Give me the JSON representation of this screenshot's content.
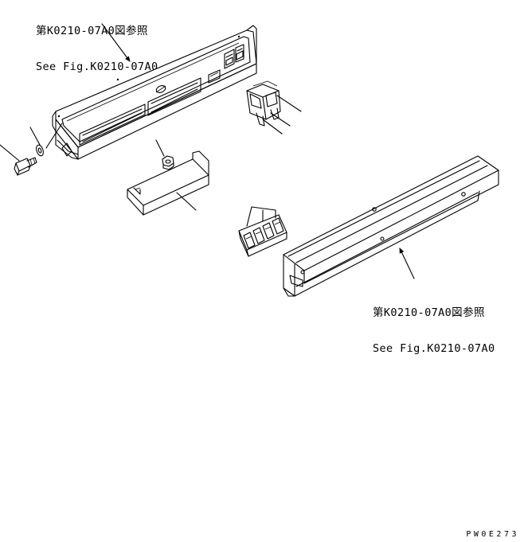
{
  "references": {
    "top": {
      "line1": "第K0210-07A0図参照",
      "line2": "See Fig.K0210-07A0"
    },
    "bottom": {
      "line1": "第K0210-07A0図参照",
      "line2": "See Fig.K0210-07A0"
    }
  },
  "drawing_code": "PW0E273",
  "colors": {
    "line": "#000000",
    "background": "#ffffff"
  }
}
